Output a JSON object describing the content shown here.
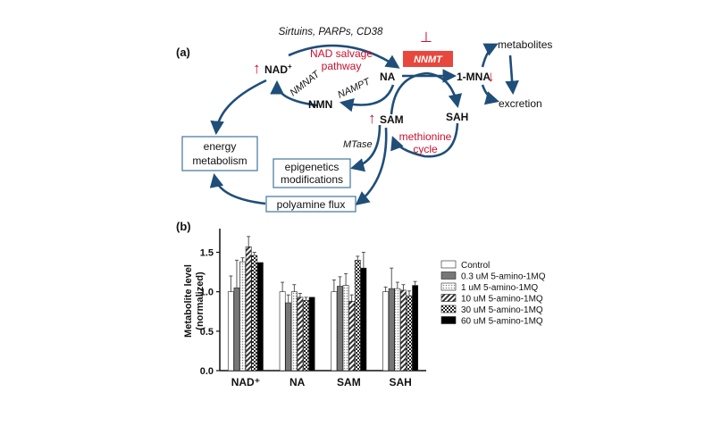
{
  "colors": {
    "arrow": "#1f4e79",
    "red": "#c8102e",
    "box": "#4f7fa6",
    "text": "#111111",
    "nnmt_fill": "#e8473d",
    "nnmt_text": "#ffffff"
  },
  "panel_a": {
    "label": "(a)",
    "sirtuins": "Sirtuins, PARPs, CD38",
    "nad_salvage": [
      "NAD salvage",
      "pathway"
    ],
    "nad": "NAD",
    "nad_sup": "+",
    "na": "NA",
    "nmnat": "NMNAT",
    "nampt": "NAMPT",
    "nmn": "NMN",
    "nnmt": "NNMT",
    "mna": "1-MNA",
    "metabolites": "metabolites",
    "excretion": "excretion",
    "sam": "SAM",
    "sah": "SAH",
    "methionine": [
      "methionine",
      "cycle"
    ],
    "mtase": "MTase",
    "energy": [
      "energy",
      "metabolism"
    ],
    "epigenetics": [
      "epigenetics",
      "modifications"
    ],
    "polyamine": "polyamine flux",
    "up_arrow": "↑",
    "down_arrow": "↓",
    "inhibit": "⊥"
  },
  "chart_data": {
    "type": "bar",
    "panel_label": "(b)",
    "categories": [
      "NAD⁺",
      "NA",
      "SAM",
      "SAH"
    ],
    "ylabel": [
      "Metabolite level",
      "(normalized)"
    ],
    "xlabel": "",
    "ylim": [
      0,
      1.8
    ],
    "yticks": [
      0.0,
      0.5,
      1.0,
      1.5
    ],
    "ytick_labels": [
      "0.0",
      "0.5",
      "1.0",
      "1.5"
    ],
    "series": [
      {
        "name": "Control",
        "pattern": "white",
        "values": [
          1.0,
          1.0,
          1.0,
          1.0
        ],
        "errors": [
          0.2,
          0.12,
          0.15,
          0.06
        ]
      },
      {
        "name": "0.3 uM 5-amino-1MQ",
        "pattern": "gray",
        "values": [
          1.05,
          0.86,
          1.07,
          1.04
        ],
        "errors": [
          0.35,
          0.1,
          0.12,
          0.26
        ]
      },
      {
        "name": "1 uM 5-amino-1MQ",
        "pattern": "dots",
        "values": [
          1.38,
          1.0,
          1.08,
          1.04
        ],
        "errors": [
          0.05,
          0.09,
          0.15,
          0.08
        ]
      },
      {
        "name": "10 uM 5-amino-1MQ",
        "pattern": "hatch",
        "values": [
          1.57,
          0.93,
          0.88,
          1.02
        ],
        "errors": [
          0.13,
          0.05,
          0.08,
          0.07
        ]
      },
      {
        "name": "30 uM 5-amino-1MQ",
        "pattern": "checker",
        "values": [
          1.46,
          0.89,
          1.4,
          0.95
        ],
        "errors": [
          0.04,
          0.04,
          0.05,
          0.06
        ]
      },
      {
        "name": "60 uM 5-amino-1MQ",
        "pattern": "black",
        "values": [
          1.37,
          0.93,
          1.3,
          1.08
        ],
        "errors": [
          0.0,
          0.0,
          0.2,
          0.05
        ]
      }
    ]
  }
}
